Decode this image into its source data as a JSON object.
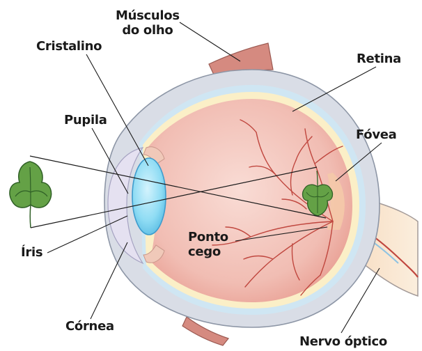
{
  "colors": {
    "sclera": "#d9dde6",
    "sclera_outline": "#8d96a6",
    "blue_layer": "#cfe6f3",
    "retina_layer": "#fbefc7",
    "interior_light": "#f8d6cf",
    "interior_dark": "#eba79d",
    "vessel": "#c0473f",
    "lens": "#79d4f1",
    "lens_outline": "#3e9ccd",
    "cornea": "#e5e1f1",
    "muscle": "#d58a80",
    "leaf": "#64a146",
    "leaf_dark": "#2f5f26",
    "line": "#1a1a1a"
  },
  "labels": {
    "musculos": [
      "Músculos",
      "do olho"
    ],
    "cristalino": "Cristalino",
    "retina": "Retina",
    "pupila": "Pupila",
    "fovea": "Fóvea",
    "iris": "Íris",
    "ponto_cego": [
      "Ponto",
      "cego"
    ],
    "cornea": "Córnea",
    "nervo_optico": "Nervo óptico"
  }
}
